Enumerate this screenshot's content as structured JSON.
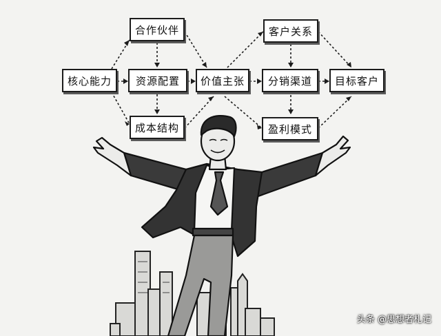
{
  "diagram": {
    "nodes": {
      "partners": "合作伙伴",
      "customer_relationships": "客户关系",
      "core_competency": "核心能力",
      "resource_allocation": "资源配置",
      "value_proposition": "价值主张",
      "distribution_channels": "分销渠道",
      "target_customers": "目标客户",
      "cost_structure": "成本结构",
      "profit_model": "盈利模式"
    }
  },
  "watermark": "头条 @思想者札记"
}
